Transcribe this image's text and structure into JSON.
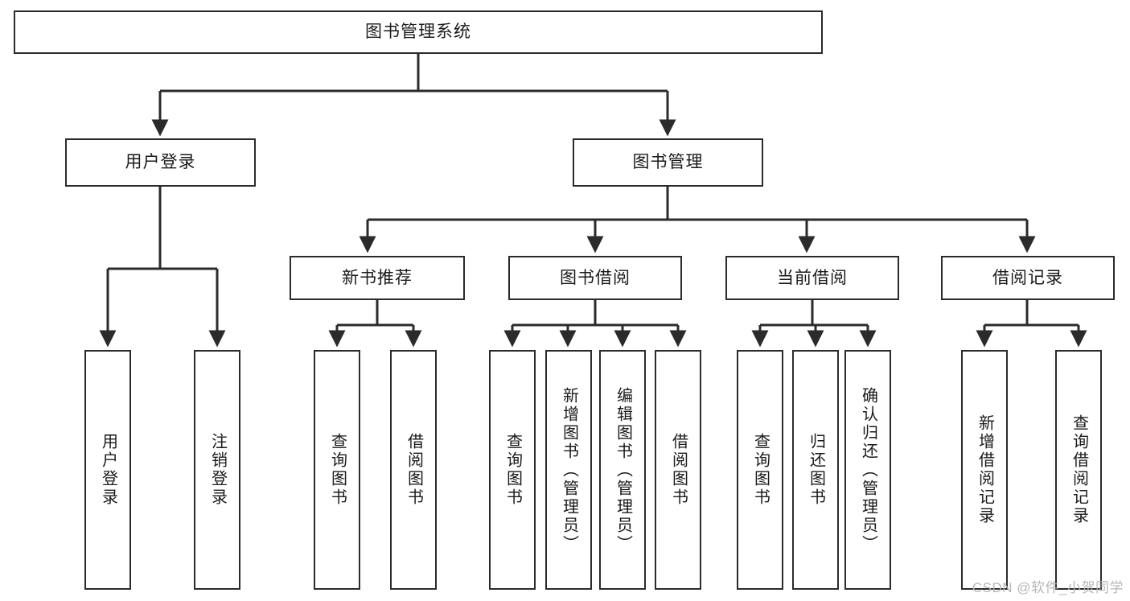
{
  "diagram": {
    "title": "图书管理系统",
    "type": "functional-decomposition-tree",
    "root": {
      "id": "root",
      "label": "图书管理系统"
    },
    "level2": [
      {
        "id": "user-login",
        "label": "用户登录"
      },
      {
        "id": "book-management",
        "label": "图书管理"
      }
    ],
    "level3": [
      {
        "id": "new-book-recommend",
        "label": "新书推荐"
      },
      {
        "id": "book-borrow",
        "label": "图书借阅"
      },
      {
        "id": "current-borrow",
        "label": "当前借阅"
      },
      {
        "id": "borrow-record",
        "label": "借阅记录"
      }
    ],
    "leaves": {
      "user_login": [
        {
          "id": "leaf-user-login",
          "label": "用户登录"
        },
        {
          "id": "leaf-logout-login",
          "label": "注销登录"
        }
      ],
      "new_book_recommend": [
        {
          "id": "leaf-query-book-1",
          "label": "查询图书"
        },
        {
          "id": "leaf-borrow-book-1",
          "label": "借阅图书"
        }
      ],
      "book_borrow": [
        {
          "id": "leaf-query-book-2",
          "label": "查询图书"
        },
        {
          "id": "leaf-add-book",
          "label": "新增图书（管理员）"
        },
        {
          "id": "leaf-edit-book",
          "label": "编辑图书（管理员）"
        },
        {
          "id": "leaf-borrow-book-2",
          "label": "借阅图书"
        }
      ],
      "current_borrow": [
        {
          "id": "leaf-query-book-3",
          "label": "查询图书"
        },
        {
          "id": "leaf-return-book",
          "label": "归还图书"
        },
        {
          "id": "leaf-confirm-return",
          "label": "确认归还（管理员）"
        }
      ],
      "borrow_record": [
        {
          "id": "leaf-add-record",
          "label": "新增借阅记录"
        },
        {
          "id": "leaf-query-record",
          "label": "查询借阅记录"
        }
      ]
    }
  },
  "watermark": {
    "text": "CSDN @软件_小贺同学"
  },
  "colors": {
    "stroke": "#2b2b2b",
    "background": "#ffffff",
    "text": "#1a1a1a",
    "watermark": "#b7b7b7"
  }
}
